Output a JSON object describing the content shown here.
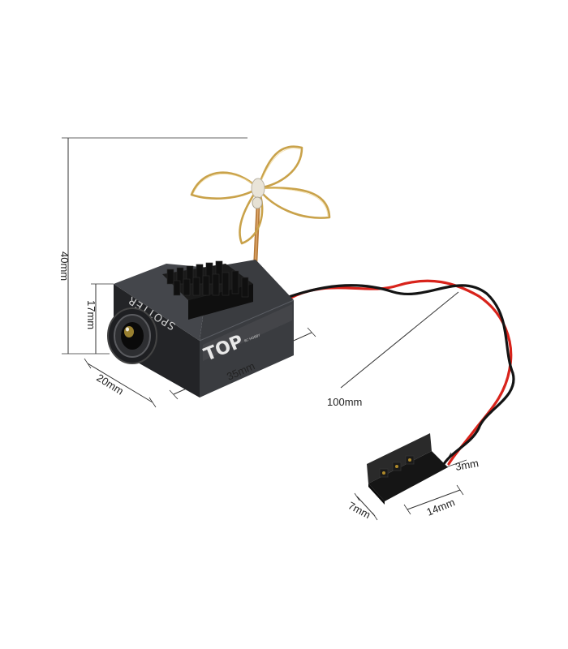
{
  "product": {
    "side_label": "SPOTTER",
    "logo_main": "TOP",
    "logo_sub": "RC HOBBY"
  },
  "dimensions": {
    "height_total": "40mm",
    "height_body": "17mm",
    "width": "20mm",
    "length": "35mm",
    "cable_length": "100mm",
    "connector_thickness": "3mm",
    "connector_height": "7mm",
    "connector_width": "14mm"
  },
  "colors": {
    "background": "#ffffff",
    "body": "#2b2d30",
    "heatsink": "#151515",
    "antenna": "#c9a24a",
    "wire_red": "#d8231b",
    "wire_black": "#141414"
  },
  "icons": [
    "camera-lens-icon",
    "antenna-icon",
    "heatsink-icon",
    "servo-connector-icon"
  ]
}
